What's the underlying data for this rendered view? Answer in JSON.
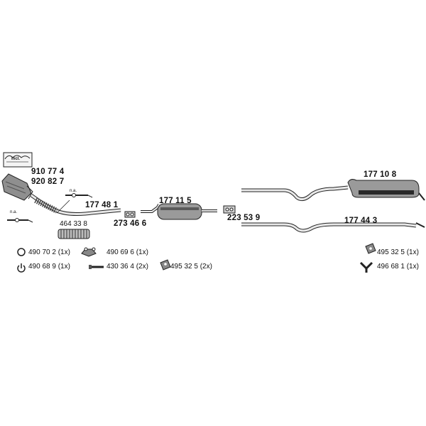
{
  "kit": {
    "incl_label": "incl.",
    "part_a": "910 77 4",
    "part_b": "920 82 7"
  },
  "notes": {
    "na_top": "n.a.",
    "na_left": "n.a."
  },
  "parts": {
    "front_pipe": "177 48 1",
    "flex_pipe": "464 33 8",
    "clamp_front": "273 46 6",
    "middle_silencer": "177 11 5",
    "clamp_rear": "223 53 9",
    "rear_silencer": "177 10 8",
    "rear_pipe": "177 44 3"
  },
  "hardware": {
    "ring": "490 70 2 (1x)",
    "ring_small": "490 68 9 (1x)",
    "bracket": "490 69 6 (1x)",
    "bolt": "430 36 4 (2x)",
    "hanger_left": "495 32 5  (2x)",
    "hanger_right": "495 32 5 (1x)",
    "y_mount": "496 68 1 (1x)"
  },
  "colors": {
    "line": "#222222",
    "fill_gray": "#9a9a9a",
    "fill_dark": "#2a2a2a",
    "fill_light": "#e6e6e6"
  }
}
